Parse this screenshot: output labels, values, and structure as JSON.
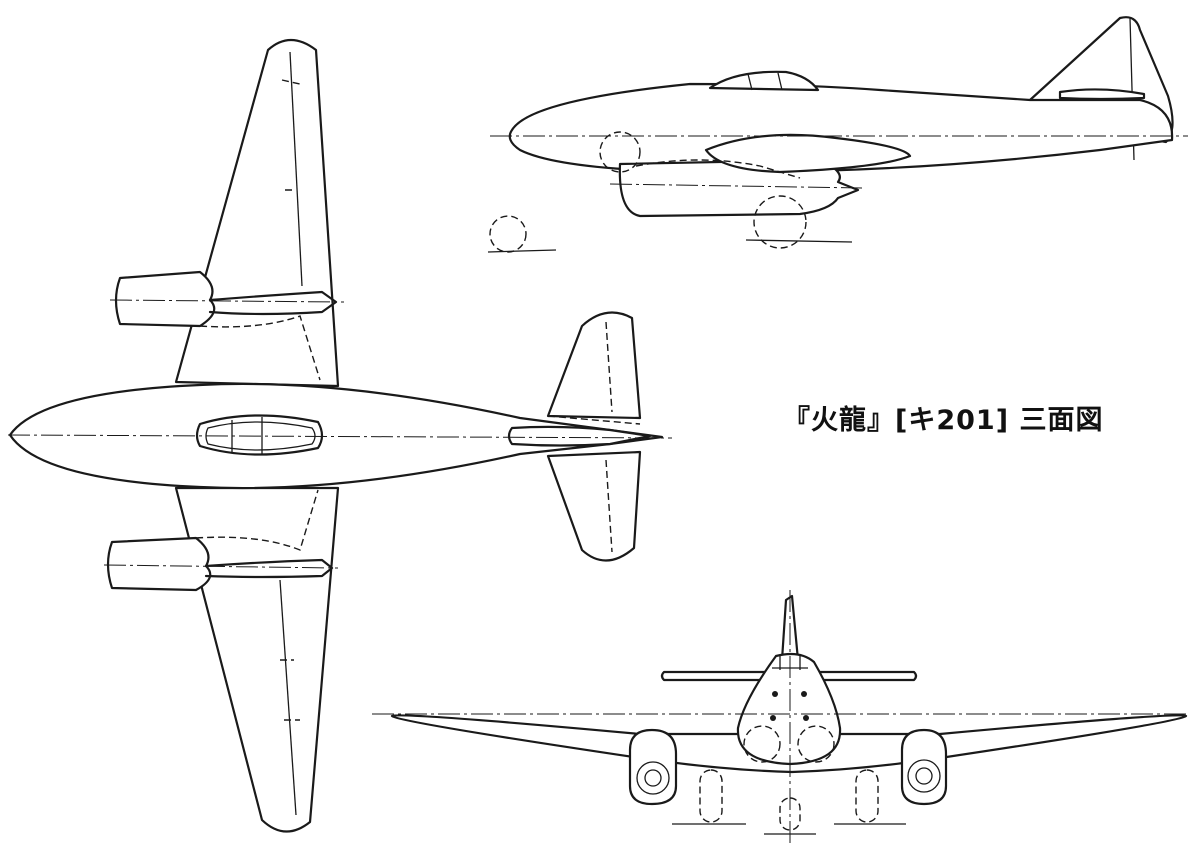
{
  "caption": "『火龍』[キ201]  三面図",
  "views": {
    "plan": "plan-view",
    "side": "side-view",
    "front": "front-view"
  }
}
